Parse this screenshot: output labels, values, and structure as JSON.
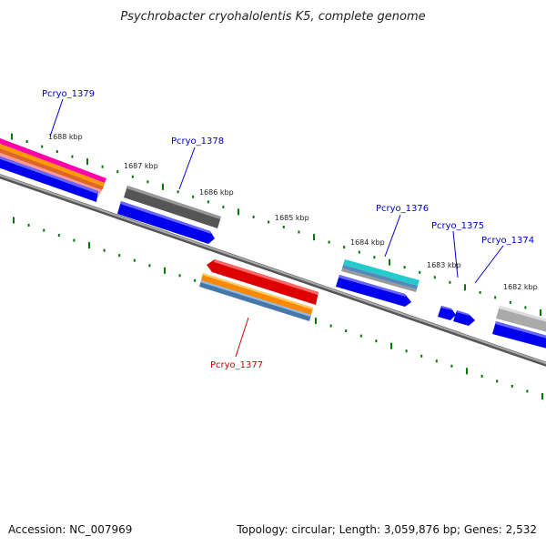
{
  "title": "Psychrobacter cryohalolentis K5, complete genome",
  "footer": {
    "accession": "Accession: NC_007969",
    "summary": "Topology: circular; Length: 3,059,876 bp; Genes: 2,532"
  },
  "position_labels": [
    "1688 kbp",
    "1687 kbp",
    "1686 kbp",
    "1685 kbp",
    "1684 kbp",
    "1683 kbp",
    "1682 kbp"
  ],
  "genes": [
    {
      "name": "Pcryo_1379",
      "color": "#0000cc"
    },
    {
      "name": "Pcryo_1378",
      "color": "#0000cc"
    },
    {
      "name": "Pcryo_1377",
      "color": "#cc0000"
    },
    {
      "name": "Pcryo_1376",
      "color": "#0000cc"
    },
    {
      "name": "Pcryo_1375",
      "color": "#0000cc"
    },
    {
      "name": "Pcryo_1374",
      "color": "#0000cc"
    }
  ],
  "colors": {
    "backbone": "#888888",
    "tick": "#007700",
    "cds": "#0000ee",
    "magenta": "#ff00aa",
    "orange": "#ff8800",
    "red": "#ee0000",
    "steel": "#5588bb",
    "cyan": "#22cccc",
    "dark_gray": "#555555",
    "light_gray": "#aaaaaa"
  }
}
